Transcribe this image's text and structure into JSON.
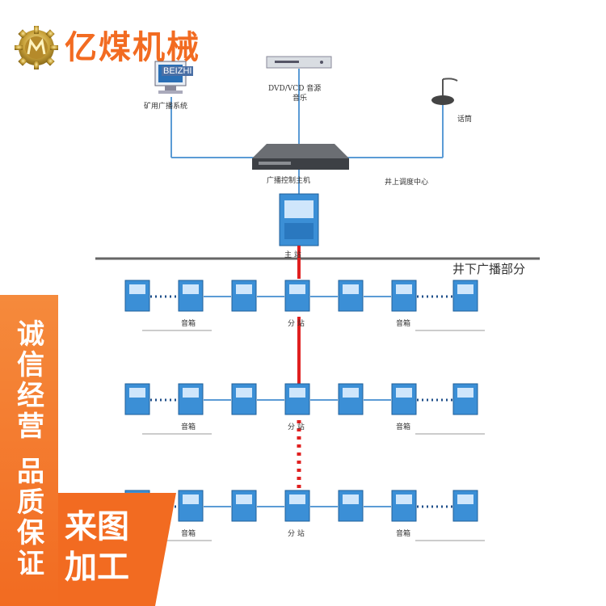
{
  "brand": {
    "name": "亿煤机械",
    "sub": "BEIZHI",
    "color": "#f26b21"
  },
  "side_banner": {
    "slogan_1": "诚信经营",
    "slogan_2": "品质保证",
    "corner_1": "来图",
    "corner_2": "加工"
  },
  "diagram": {
    "top_devices": {
      "pc_label": "矿用广播系统",
      "dvd_label_1": "DVD/VCD 音源",
      "dvd_label_2": "音乐",
      "mic_label": "话筒"
    },
    "host_label": "广播控制主机",
    "center_label": "井上调度中心",
    "main_station_label": "主 站",
    "underground_label": "井下广播部分",
    "rows": [
      {
        "speaker_left": "音箱",
        "branch": "分 站",
        "speaker_right": "音箱"
      },
      {
        "speaker_left": "音箱",
        "branch": "分 站",
        "speaker_right": "音箱"
      },
      {
        "speaker_left": "音箱",
        "branch": "分 站",
        "speaker_right": "音箱"
      }
    ],
    "colors": {
      "device_blue": "#3b8fd6",
      "line_blue": "#5b9bd5",
      "trunk_red": "#e02020"
    }
  }
}
